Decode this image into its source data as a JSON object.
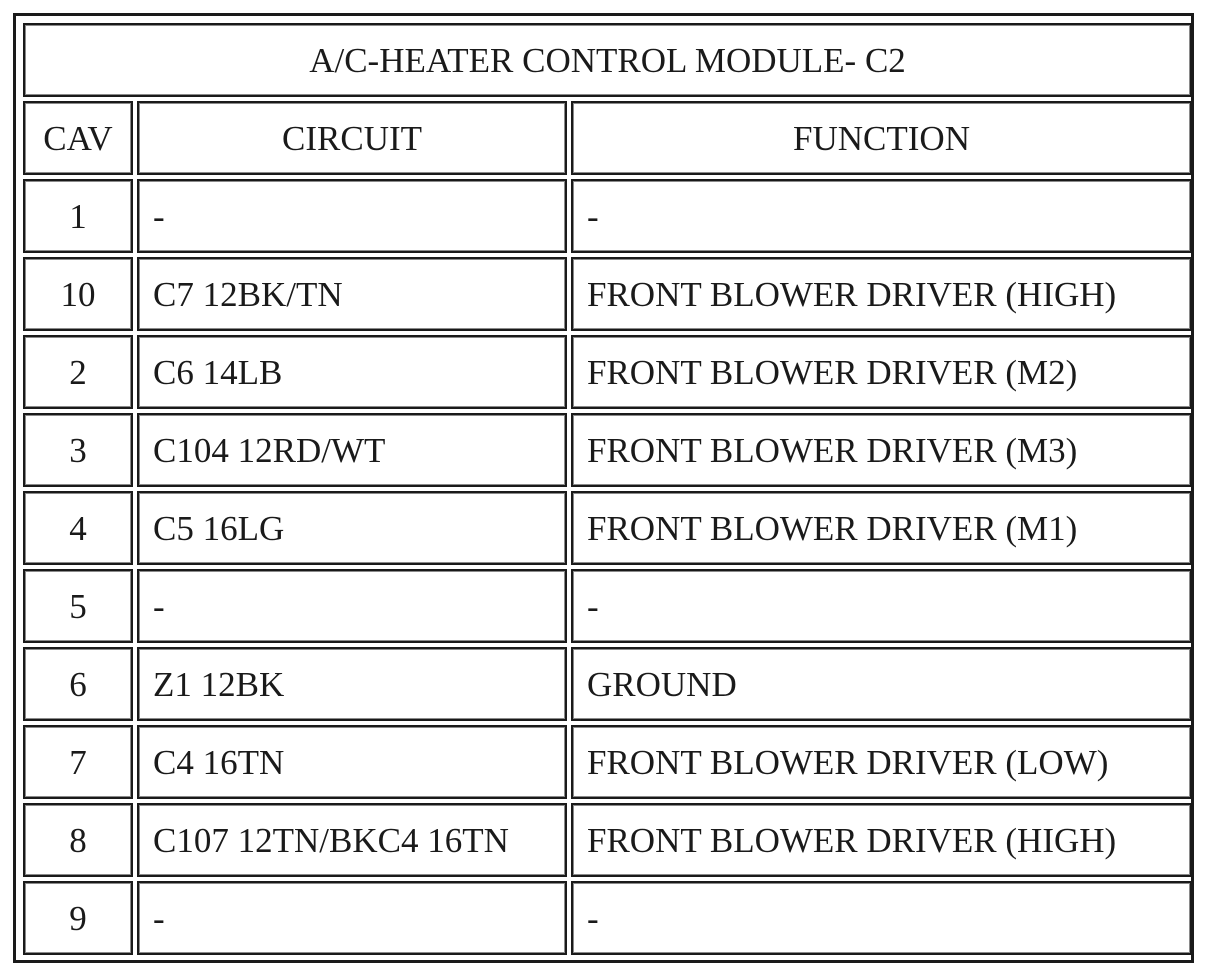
{
  "table": {
    "title": "A/C-HEATER CONTROL MODULE- C2",
    "headers": {
      "cav": "CAV",
      "circuit": "CIRCUIT",
      "function": "FUNCTION"
    },
    "rows": [
      {
        "cav": "1",
        "circuit": "-",
        "function": "-"
      },
      {
        "cav": "10",
        "circuit": "C7 12BK/TN",
        "function": "FRONT BLOWER DRIVER (HIGH)"
      },
      {
        "cav": "2",
        "circuit": "C6 14LB",
        "function": "FRONT BLOWER DRIVER (M2)"
      },
      {
        "cav": "3",
        "circuit": "C104 12RD/WT",
        "function": "FRONT BLOWER DRIVER (M3)"
      },
      {
        "cav": "4",
        "circuit": "C5 16LG",
        "function": "FRONT BLOWER DRIVER (M1)"
      },
      {
        "cav": "5",
        "circuit": "-",
        "function": "-"
      },
      {
        "cav": "6",
        "circuit": "Z1 12BK",
        "function": "GROUND"
      },
      {
        "cav": "7",
        "circuit": "C4 16TN",
        "function": "FRONT BLOWER DRIVER (LOW)"
      },
      {
        "cav": "8",
        "circuit": "C107 12TN/BKC4 16TN",
        "function": "FRONT BLOWER DRIVER (HIGH)"
      },
      {
        "cav": "9",
        "circuit": "-",
        "function": "-"
      }
    ]
  }
}
